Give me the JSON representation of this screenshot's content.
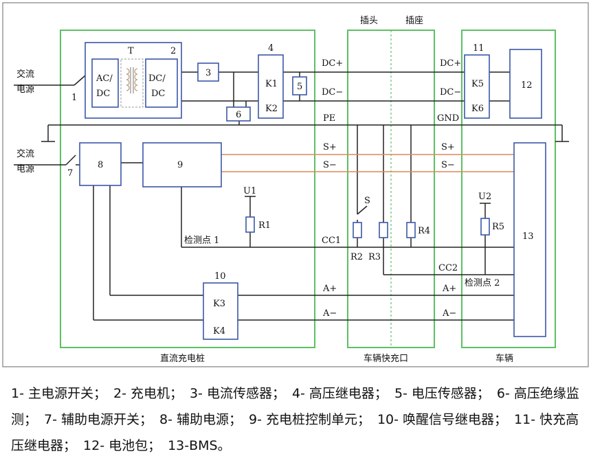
{
  "power_label": [
    "交流",
    "电源"
  ],
  "top_labels": {
    "plug": "插头",
    "socket": "插座"
  },
  "region_labels": {
    "charger": "直流充电桩",
    "connector": "车辆快充口",
    "vehicle": "车辆"
  },
  "box_labels": {
    "acdc": [
      "AC/",
      "DC"
    ],
    "dcdc": [
      "DC/",
      "DC"
    ],
    "transformer": "T",
    "k1": "K1",
    "k2": "K2",
    "k3": "K3",
    "k4": "K4",
    "k5": "K5",
    "k6": "K6"
  },
  "numbers": [
    "1",
    "2",
    "3",
    "4",
    "5",
    "6",
    "7",
    "8",
    "9",
    "10",
    "11",
    "12",
    "13"
  ],
  "signals": {
    "dcp": "DC+",
    "dcm": "DC−",
    "pe": "PE",
    "gnd": "GND",
    "sp": "S+",
    "sm": "S−",
    "cc1": "CC1",
    "cc2": "CC2",
    "ap": "A+",
    "am": "A−"
  },
  "components": {
    "u1": "U1",
    "u2": "U2",
    "r1": "R1",
    "r2": "R2",
    "r3": "R3",
    "r4": "R4",
    "r5": "R5",
    "s": "S",
    "detect1": "检测点 1",
    "detect2": "检测点 2"
  },
  "legend": [
    "1- 主电源开关；",
    "2- 充电机；",
    "3- 电流传感器；",
    "4- 高压继电器；",
    "5- 电压传感器；",
    "6- 高压绝缘监测；",
    "7- 辅助电源开关；",
    "8- 辅助电源；",
    "9- 充电桩控制单元；",
    "10- 唤醒信号继电器；",
    "11- 快充高压继电器；",
    "12- 电池包；",
    "13-BMS。"
  ],
  "colors": {
    "region_border": "#5cc063",
    "box_border": "#3a56a6",
    "signal_line": "#d98a55"
  }
}
